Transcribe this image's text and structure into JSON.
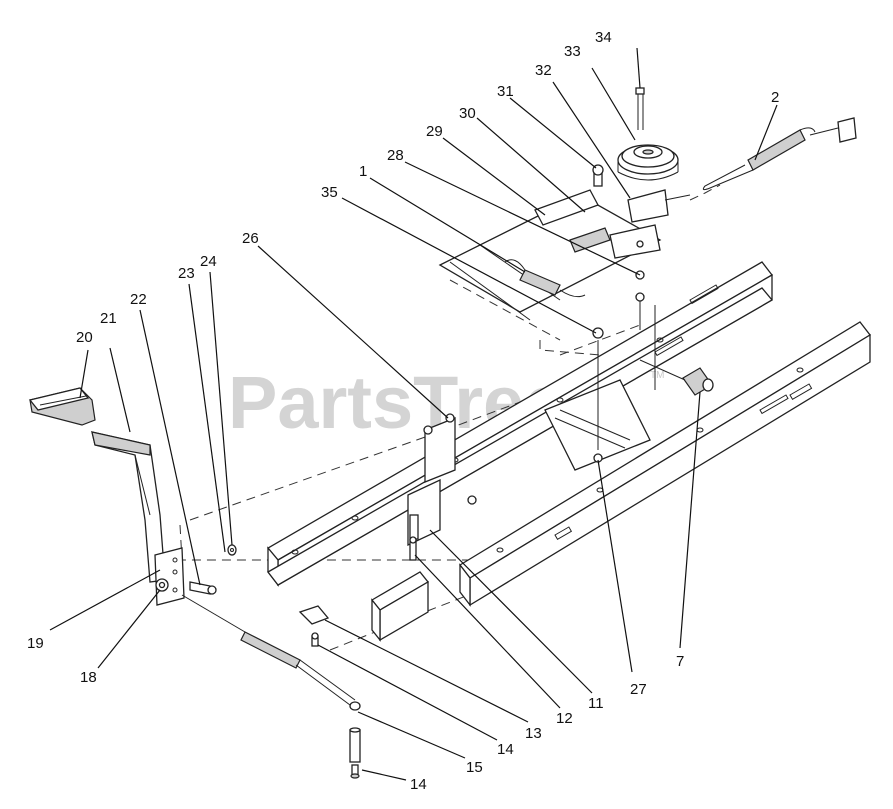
{
  "watermark": {
    "text": "PartsTree",
    "tm": "TM"
  },
  "callouts": [
    {
      "id": "34",
      "text": "34"
    },
    {
      "id": "33",
      "text": "33"
    },
    {
      "id": "32",
      "text": "32"
    },
    {
      "id": "31",
      "text": "31"
    },
    {
      "id": "30",
      "text": "30"
    },
    {
      "id": "29",
      "text": "29"
    },
    {
      "id": "28",
      "text": "28"
    },
    {
      "id": "1",
      "text": "1"
    },
    {
      "id": "35",
      "text": "35"
    },
    {
      "id": "2",
      "text": "2"
    },
    {
      "id": "26",
      "text": "26"
    },
    {
      "id": "24",
      "text": "24"
    },
    {
      "id": "23",
      "text": "23"
    },
    {
      "id": "22",
      "text": "22"
    },
    {
      "id": "21",
      "text": "21"
    },
    {
      "id": "20",
      "text": "20"
    },
    {
      "id": "19",
      "text": "19"
    },
    {
      "id": "18",
      "text": "18"
    },
    {
      "id": "7",
      "text": "7"
    },
    {
      "id": "27",
      "text": "27"
    },
    {
      "id": "11",
      "text": "11"
    },
    {
      "id": "12",
      "text": "12"
    },
    {
      "id": "13",
      "text": "13"
    },
    {
      "id": "14a",
      "text": "14"
    },
    {
      "id": "15",
      "text": "15"
    },
    {
      "id": "14b",
      "text": "14"
    }
  ]
}
